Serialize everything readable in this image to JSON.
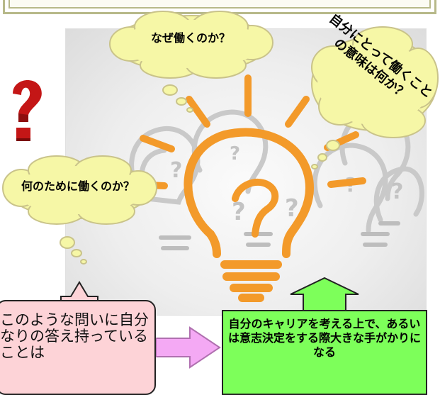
{
  "clouds": {
    "top": "なぜ働くのか？",
    "right": "自分にとって働くことの意味は何か？",
    "left": "何のために働くのか？"
  },
  "left_box": {
    "text": "このような問いに自分なりの答え持っていることは"
  },
  "right_box": {
    "text": "自分のキャリアを考える上で、あるいは意志決定をする際大きな手がかりになる"
  },
  "colors": {
    "cloud_fill": "#f6f7a6",
    "pink_box": "#fdd3d7",
    "green_box": "#7dff5a",
    "arrow_pink": "#f4a9f4",
    "bulb_orange": "#f39a2a",
    "question_red": "#c41616"
  }
}
